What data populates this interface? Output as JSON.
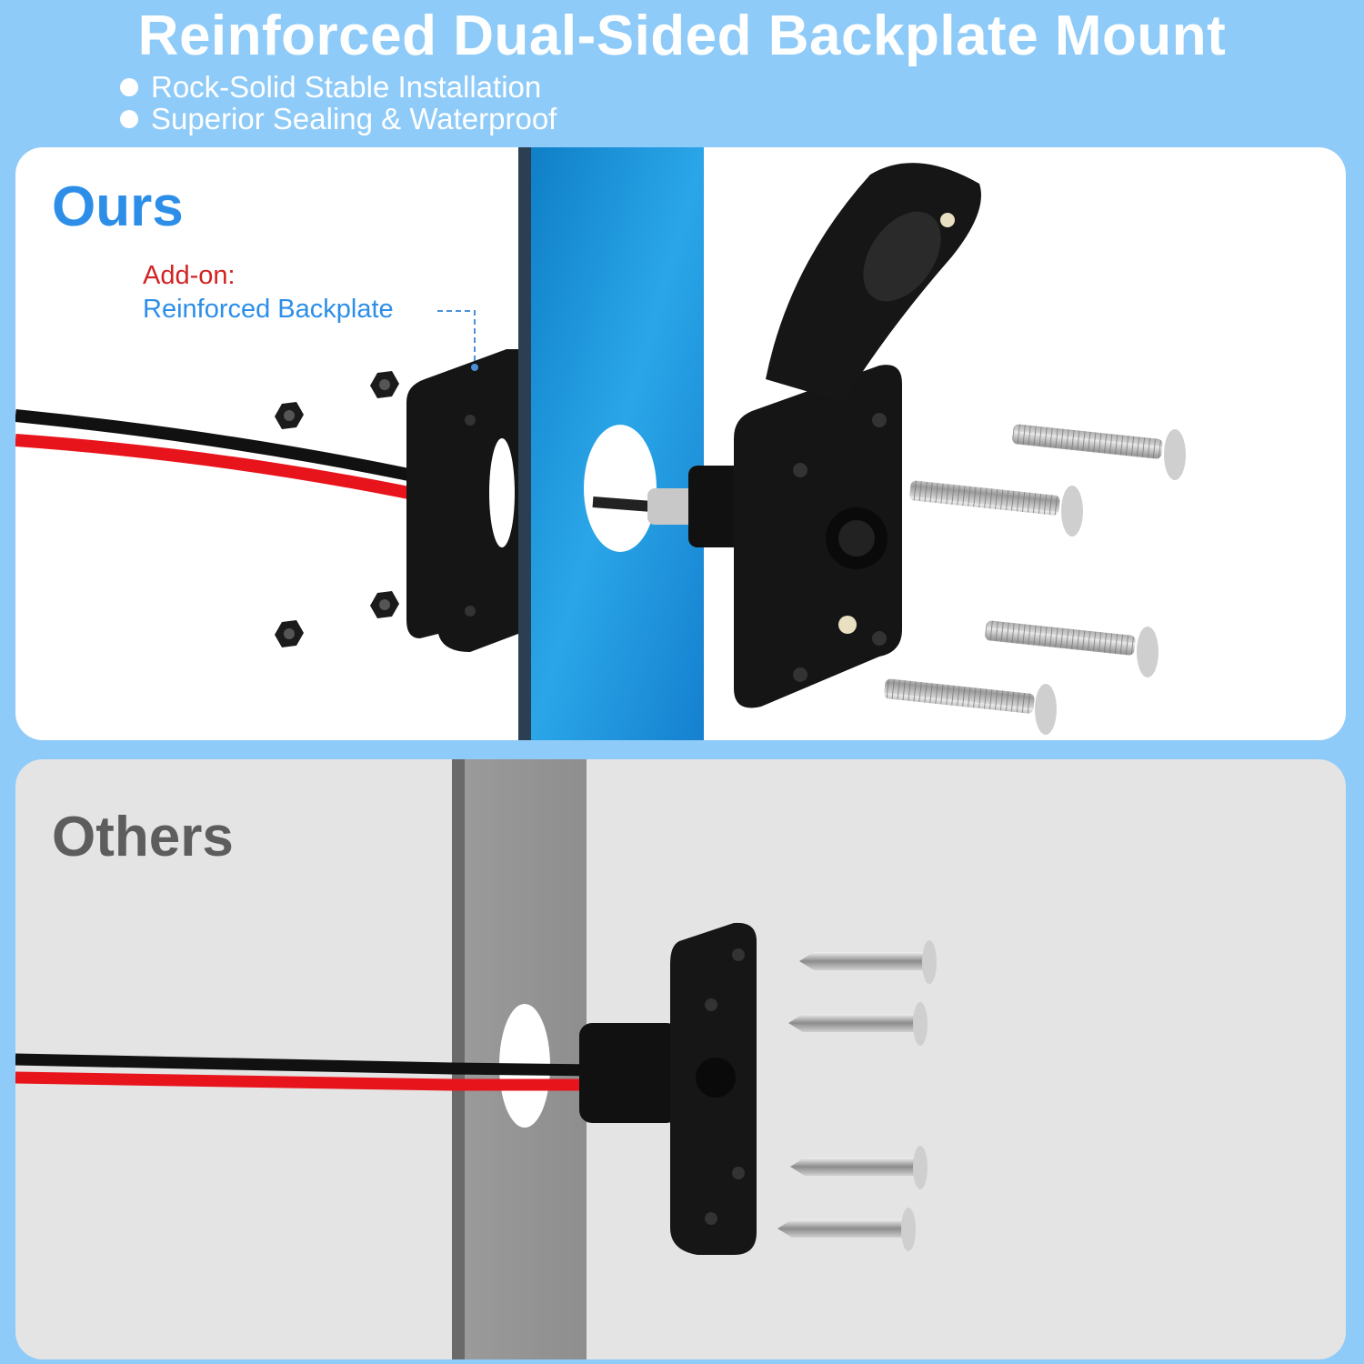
{
  "header": {
    "title": "Reinforced Dual-Sided Backplate Mount",
    "bullets": [
      "Rock-Solid Stable Installation",
      "Superior Sealing & Waterproof"
    ]
  },
  "ours": {
    "heading": "Ours",
    "addon_label": "Add-on:",
    "addon_name": "Reinforced Backplate"
  },
  "others": {
    "heading": "Others"
  },
  "colors": {
    "background": "#8fcbf8",
    "ours_accent": "#2d8ee8",
    "addon_red": "#d22323",
    "others_gray": "#5d5d5d",
    "wire_red": "#e8141c",
    "wire_black": "#111111",
    "panel_blue": "#1a8fd6"
  }
}
